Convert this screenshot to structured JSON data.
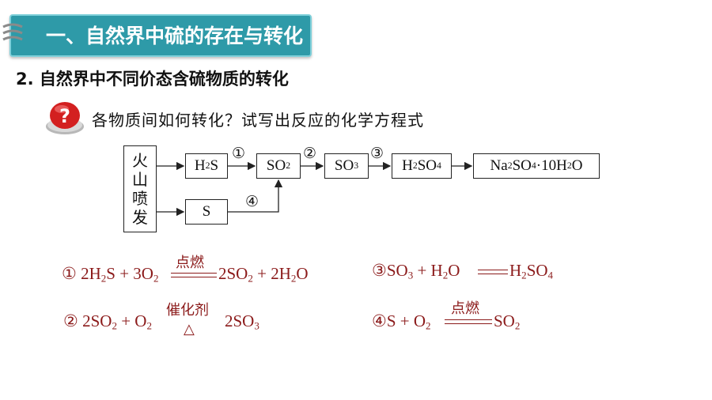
{
  "header": {
    "title": "一、自然界中硫的存在与转化"
  },
  "section": {
    "title": "2. 自然界中不同价态含硫物质的转化"
  },
  "question": {
    "text": "各物质间如何转化？试写出反应的化学方程式"
  },
  "diagram": {
    "source": [
      "火",
      "山",
      "喷",
      "发"
    ],
    "steps": [
      "①",
      "②",
      "③",
      "④"
    ]
  },
  "equations": {
    "eq1": {
      "num": "①",
      "condition": "点燃"
    },
    "eq2": {
      "num": "②",
      "condition_top": "催化剂",
      "condition_bottom": "△"
    },
    "eq3": {
      "num": "③"
    },
    "eq4": {
      "num": "④",
      "condition": "点燃"
    }
  },
  "colors": {
    "header_bg": "#2e9aa8",
    "equation": "#8b1a1a"
  }
}
